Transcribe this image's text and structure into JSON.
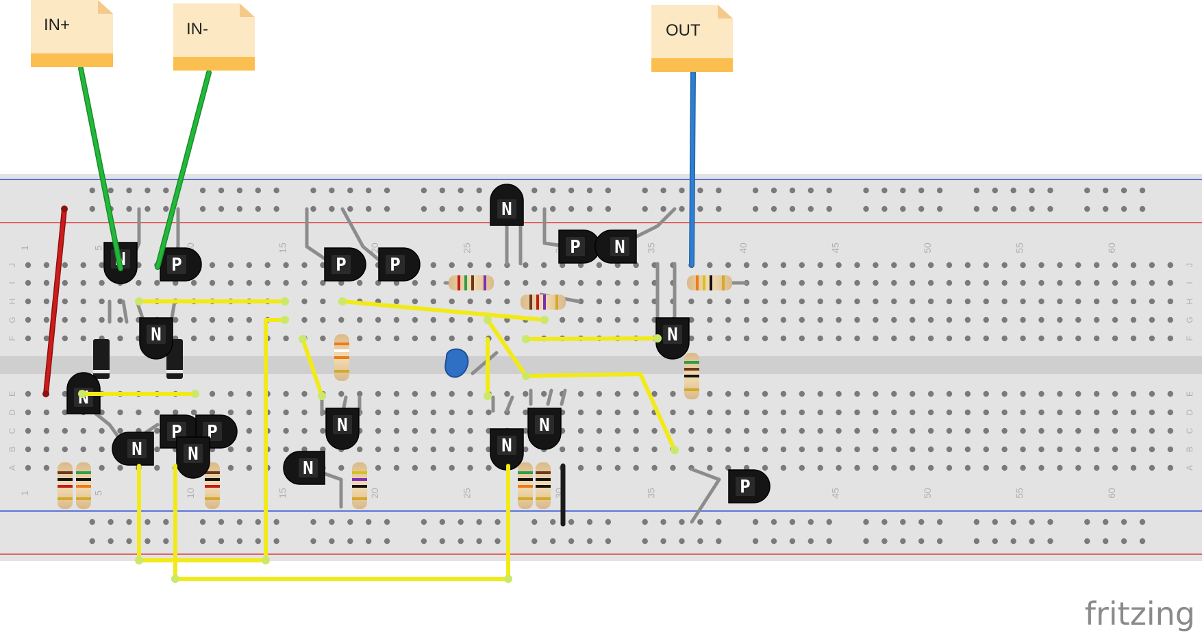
{
  "labels": {
    "in_plus": "IN+",
    "in_minus": "IN-",
    "out": "OUT"
  },
  "watermark": "fritzing",
  "rows": [
    "J",
    "I",
    "H",
    "G",
    "F",
    "E",
    "D",
    "C",
    "B",
    "A"
  ],
  "columns": [
    "1",
    "5",
    "10",
    "15",
    "20",
    "25",
    "30",
    "35",
    "40",
    "45",
    "50",
    "55",
    "60"
  ],
  "transistor_marks": {
    "npn": "N",
    "pnp": "P"
  },
  "colors": {
    "wire_in": "#22b83a",
    "wire_out": "#2f7fd1",
    "wire_power": "#cc1b1b",
    "jumper": "#f2ea18",
    "rail_pos": "#e03a3a",
    "rail_neg": "#2f4fd6",
    "board": "#dcdcdc",
    "note": "#fde8c4",
    "note_band": "#fbbf4f",
    "capacitor": "#2f6fc4"
  }
}
